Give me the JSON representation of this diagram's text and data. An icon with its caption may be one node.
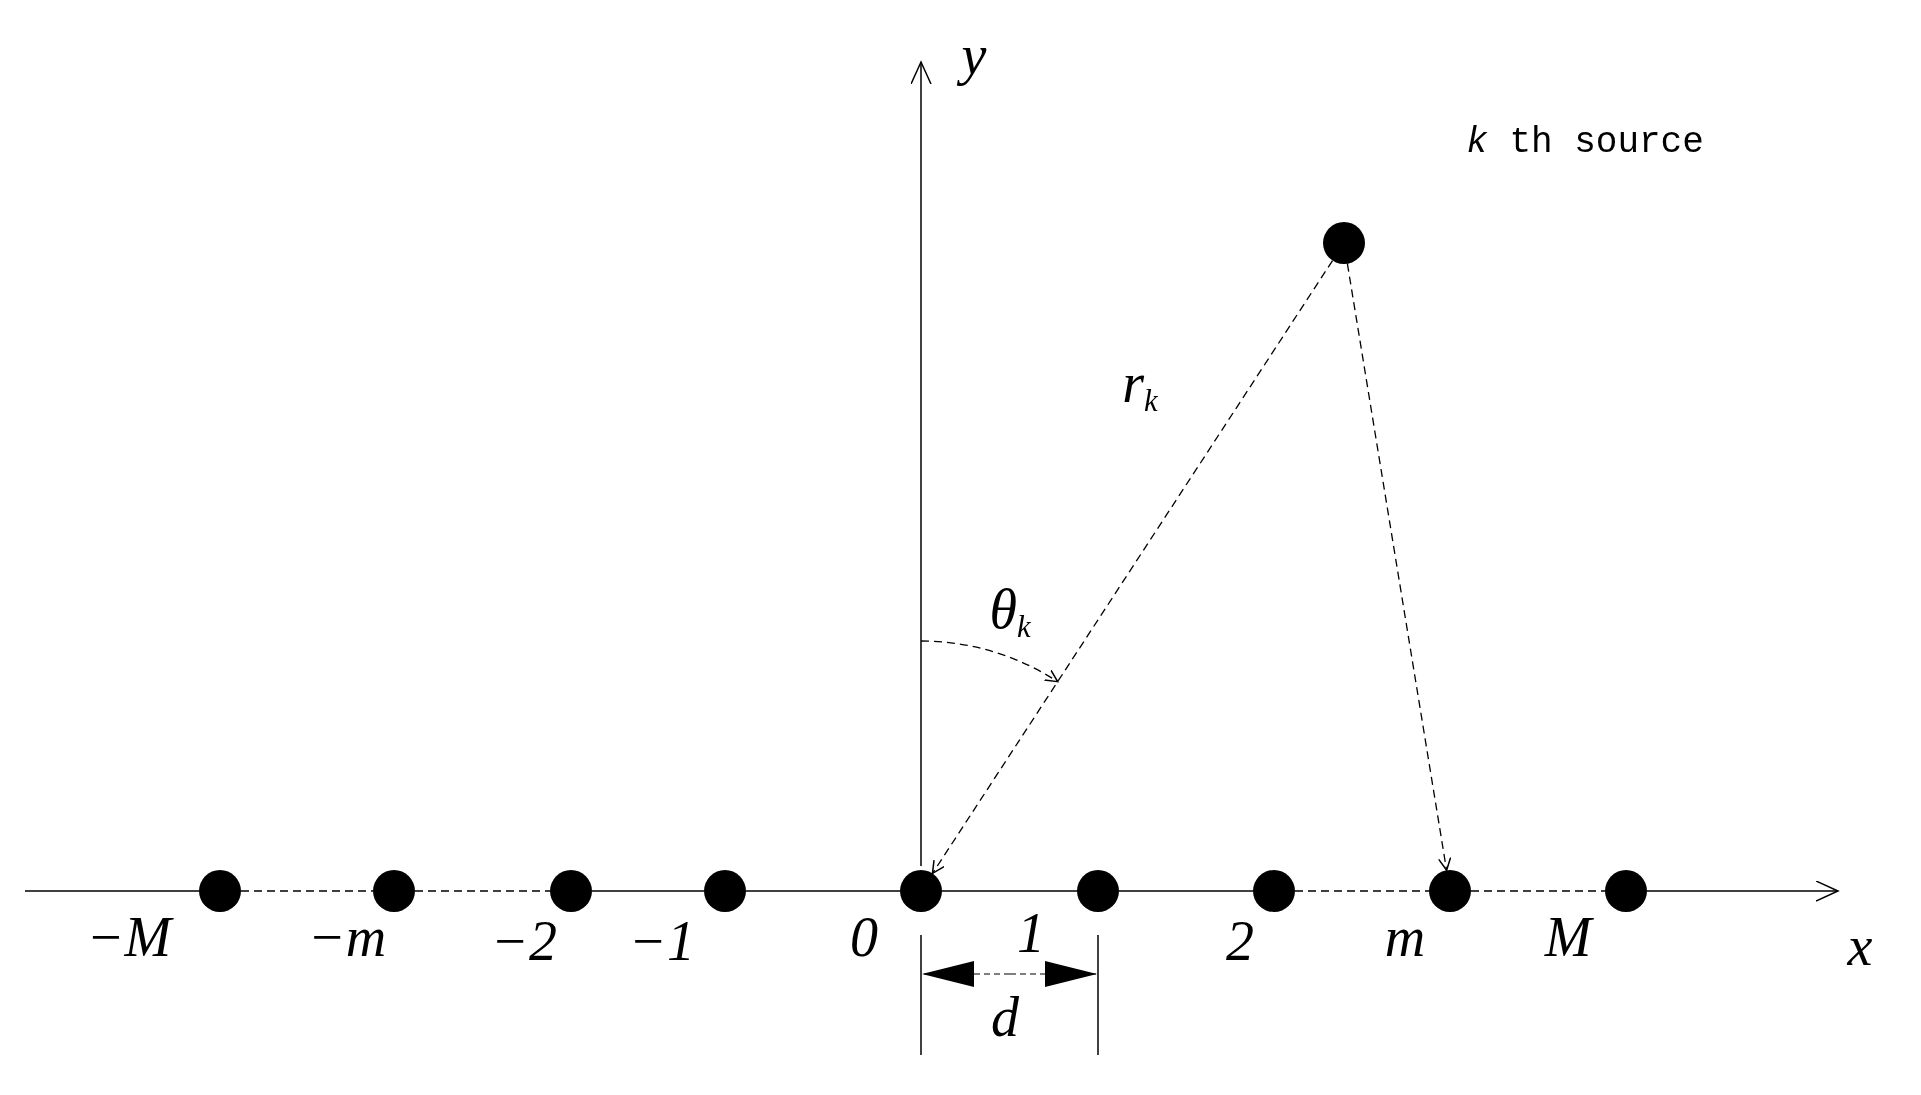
{
  "diagram": {
    "nodes": [
      {
        "text": [],
        "shape": "circle",
        "beside": [
          "*k* th source"
        ]
      },
      {
        "text": [],
        "shape": "circle",
        "beside": [
          "−M"
        ]
      },
      {
        "text": [],
        "shape": "circle",
        "beside": [
          "−m"
        ]
      },
      {
        "text": [],
        "shape": "circle",
        "beside": [
          "−2"
        ]
      },
      {
        "text": [],
        "shape": "circle",
        "beside": [
          "−1"
        ]
      },
      {
        "text": [],
        "shape": "circle",
        "beside": [
          "0"
        ]
      },
      {
        "text": [],
        "shape": "circle",
        "beside": [
          "1"
        ]
      },
      {
        "text": [],
        "shape": "circle",
        "beside": [
          "2"
        ]
      },
      {
        "text": [],
        "shape": "circle",
        "beside": [
          "m"
        ]
      },
      {
        "text": [],
        "shape": "circle",
        "beside": [
          "M"
        ]
      }
    ],
    "edges": [
      {
        "from": 1,
        "to": 2,
        "arrow": "none",
        "style": "dashed"
      },
      {
        "from": 2,
        "to": 3,
        "arrow": "none",
        "style": "dashed"
      },
      {
        "from": 3,
        "to": 4,
        "arrow": "none"
      },
      {
        "from": 4,
        "to": 5,
        "arrow": "none"
      },
      {
        "from": 5,
        "to": 6,
        "arrow": "none"
      },
      {
        "from": 6,
        "to": 7,
        "arrow": "none"
      },
      {
        "from": 7,
        "to": 8,
        "arrow": "none",
        "style": "dashed"
      },
      {
        "from": 8,
        "to": 9,
        "arrow": "none",
        "style": "dashed"
      },
      {
        "from": 0,
        "to": 5,
        "arrow": "to",
        "style": "dashed",
        "label": "*r*$_{k}$"
      },
      {
        "from": 0,
        "to": 8,
        "arrow": "to",
        "style": "dashed"
      }
    ],
    "labels": [
      "y",
      "*θ*$_{k}$",
      "x",
      "d"
    ]
  }
}
